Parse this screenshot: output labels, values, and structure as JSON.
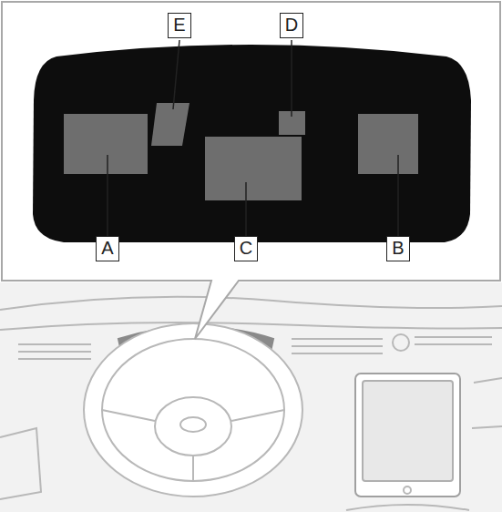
{
  "diagram": {
    "labels": [
      "E",
      "D",
      "A",
      "C",
      "B"
    ]
  }
}
